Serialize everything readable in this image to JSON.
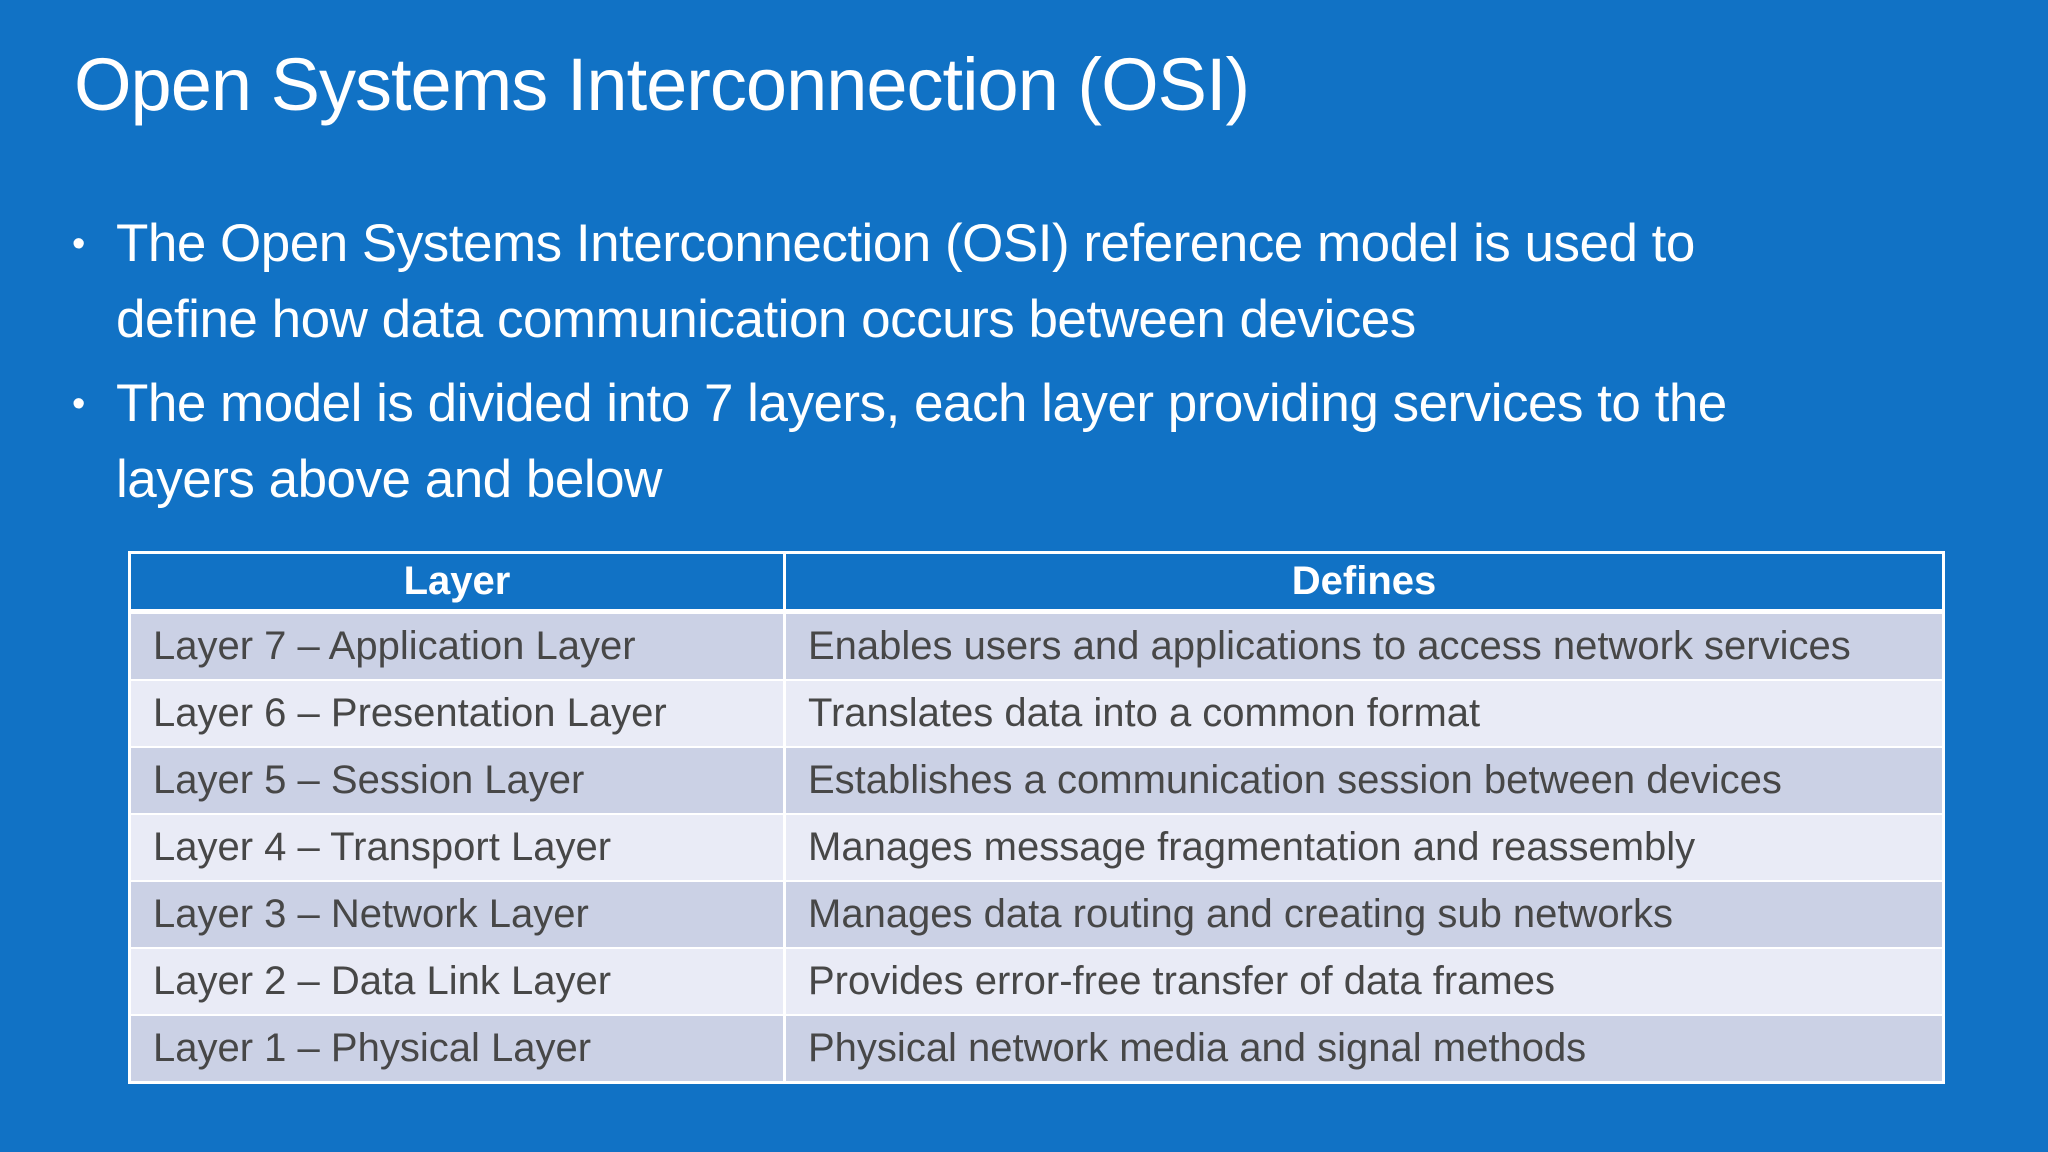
{
  "slide": {
    "title": "Open Systems Interconnection (OSI)",
    "bullets": [
      {
        "marker": "•",
        "lines": [
          "The Open Systems Interconnection (OSI) reference model is used to",
          "define how data communication occurs between devices"
        ]
      },
      {
        "marker": "•",
        "lines": [
          "The model is divided into 7 layers, each layer providing services to the",
          "layers above and below"
        ]
      }
    ],
    "table": {
      "headers": [
        "Layer",
        "Defines"
      ],
      "rows": [
        [
          "Layer 7 – Application Layer",
          "Enables users and applications to access network services"
        ],
        [
          "Layer 6 – Presentation Layer",
          "Translates data into a common format"
        ],
        [
          "Layer 5 – Session Layer",
          "Establishes a communication session between devices"
        ],
        [
          "Layer 4 – Transport Layer",
          "Manages message fragmentation and reassembly"
        ],
        [
          "Layer 3 – Network Layer",
          "Manages data routing and creating sub networks"
        ],
        [
          "Layer 2 – Data Link Layer",
          "Provides error-free transfer of data frames"
        ],
        [
          "Layer 1 – Physical Layer",
          "Physical network media and signal methods"
        ]
      ]
    },
    "colors": {
      "background": "#1172C5",
      "header_fill": "#1172C5",
      "row_dark": "#CBD1E5",
      "row_light": "#E9EBF6",
      "cell_text": "#474747",
      "title_text": "#FFFFFF",
      "table_border": "#FFFFFF"
    }
  }
}
